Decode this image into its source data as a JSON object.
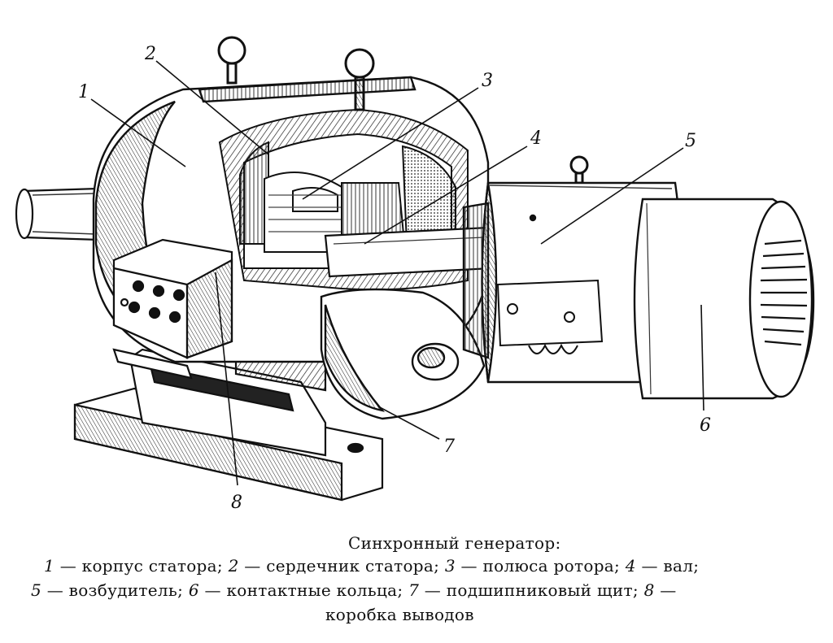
{
  "figure": {
    "callouts": [
      "1",
      "2",
      "3",
      "4",
      "5",
      "6",
      "7",
      "8"
    ]
  },
  "caption": {
    "title": "Синхронный генератор:",
    "items": [
      {
        "num": "1",
        "text": "— корпус статора;"
      },
      {
        "num": "2",
        "text": "— сердечник статора;"
      },
      {
        "num": "3",
        "text": "— полюса ротора;"
      },
      {
        "num": "4",
        "text": "— вал;"
      },
      {
        "num": "5",
        "text": "— возбудитель;"
      },
      {
        "num": "6",
        "text": "— контактные кольца;"
      },
      {
        "num": "7",
        "text": "— подшипниковый щит;"
      },
      {
        "num": "8",
        "text": "—"
      }
    ],
    "last_line": "коробка выводов"
  }
}
